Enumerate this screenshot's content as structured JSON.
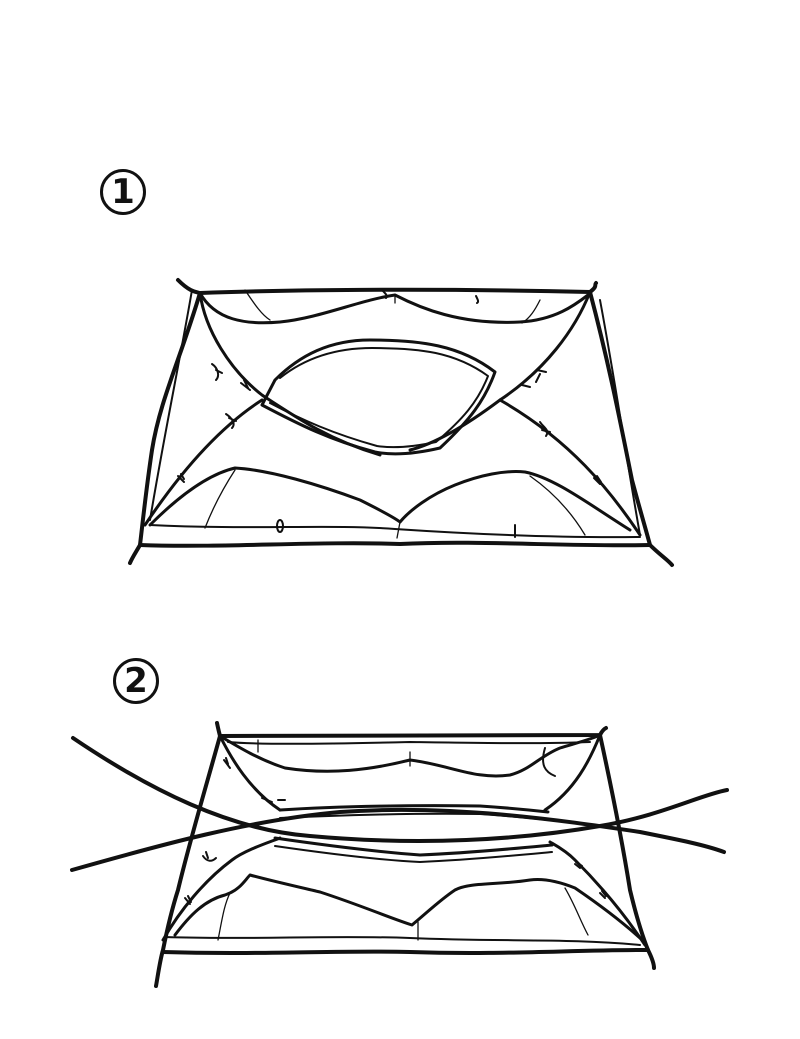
{
  "steps": [
    {
      "number": "1",
      "label": "step-1"
    },
    {
      "number": "2",
      "label": "step-2"
    }
  ],
  "colors": {
    "ink": "#111111",
    "background": "#ffffff"
  }
}
